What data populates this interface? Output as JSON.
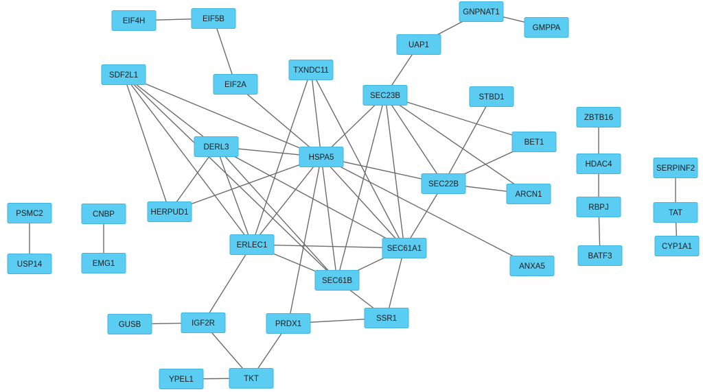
{
  "diagram": {
    "node_color": "#5ccdf2",
    "edge_color": "#6b6b6b",
    "nodes": [
      {
        "id": "EIF4H",
        "label": "EIF4H"
      },
      {
        "id": "EIF5B",
        "label": "EIF5B"
      },
      {
        "id": "EIF2A",
        "label": "EIF2A"
      },
      {
        "id": "SDF2L1",
        "label": "SDF2L1"
      },
      {
        "id": "TXNDC11",
        "label": "TXNDC11"
      },
      {
        "id": "GNPNAT1",
        "label": "GNPNAT1"
      },
      {
        "id": "GMPPA",
        "label": "GMPPA"
      },
      {
        "id": "UAP1",
        "label": "UAP1"
      },
      {
        "id": "SEC23B",
        "label": "SEC23B"
      },
      {
        "id": "STBD1",
        "label": "STBD1"
      },
      {
        "id": "ZBTB16",
        "label": "ZBTB16"
      },
      {
        "id": "DERL3",
        "label": "DERL3"
      },
      {
        "id": "HSPA5",
        "label": "HSPA5"
      },
      {
        "id": "BET1",
        "label": "BET1"
      },
      {
        "id": "HDAC4",
        "label": "HDAC4"
      },
      {
        "id": "SERPINF2",
        "label": "SERPINF2"
      },
      {
        "id": "SEC22B",
        "label": "SEC22B"
      },
      {
        "id": "ARCN1",
        "label": "ARCN1"
      },
      {
        "id": "PSMC2",
        "label": "PSMC2"
      },
      {
        "id": "CNBP",
        "label": "CNBP"
      },
      {
        "id": "HERPUD1",
        "label": "HERPUD1"
      },
      {
        "id": "RBPJ",
        "label": "RBPJ"
      },
      {
        "id": "TAT",
        "label": "TAT"
      },
      {
        "id": "ERLEC1",
        "label": "ERLEC1"
      },
      {
        "id": "SEC61A1",
        "label": "SEC61A1"
      },
      {
        "id": "CYP1A1",
        "label": "CYP1A1"
      },
      {
        "id": "USP14",
        "label": "USP14"
      },
      {
        "id": "EMG1",
        "label": "EMG1"
      },
      {
        "id": "BATF3",
        "label": "BATF3"
      },
      {
        "id": "ANXA5",
        "label": "ANXA5"
      },
      {
        "id": "SEC61B",
        "label": "SEC61B"
      },
      {
        "id": "SSR1",
        "label": "SSR1"
      },
      {
        "id": "GUSB",
        "label": "GUSB"
      },
      {
        "id": "IGF2R",
        "label": "IGF2R"
      },
      {
        "id": "PRDX1",
        "label": "PRDX1"
      },
      {
        "id": "YPEL1",
        "label": "YPEL1"
      },
      {
        "id": "TKT",
        "label": "TKT"
      }
    ],
    "edges": [
      [
        "EIF4H",
        "EIF5B"
      ],
      [
        "EIF5B",
        "EIF2A"
      ],
      [
        "EIF2A",
        "HSPA5"
      ],
      [
        "GNPNAT1",
        "GMPPA"
      ],
      [
        "GNPNAT1",
        "UAP1"
      ],
      [
        "UAP1",
        "SEC23B"
      ],
      [
        "SDF2L1",
        "DERL3"
      ],
      [
        "SDF2L1",
        "HSPA5"
      ],
      [
        "SDF2L1",
        "HERPUD1"
      ],
      [
        "SDF2L1",
        "ERLEC1"
      ],
      [
        "SDF2L1",
        "SEC61B"
      ],
      [
        "TXNDC11",
        "HSPA5"
      ],
      [
        "TXNDC11",
        "ERLEC1"
      ],
      [
        "TXNDC11",
        "SEC61A1"
      ],
      [
        "SEC23B",
        "HSPA5"
      ],
      [
        "SEC23B",
        "BET1"
      ],
      [
        "SEC23B",
        "SEC22B"
      ],
      [
        "SEC23B",
        "ARCN1"
      ],
      [
        "SEC23B",
        "SEC61A1"
      ],
      [
        "SEC23B",
        "SEC61B"
      ],
      [
        "STBD1",
        "SEC22B"
      ],
      [
        "DERL3",
        "HSPA5"
      ],
      [
        "DERL3",
        "HERPUD1"
      ],
      [
        "DERL3",
        "ERLEC1"
      ],
      [
        "DERL3",
        "SEC61A1"
      ],
      [
        "DERL3",
        "SEC61B"
      ],
      [
        "HSPA5",
        "SEC22B"
      ],
      [
        "HSPA5",
        "HERPUD1"
      ],
      [
        "HSPA5",
        "ERLEC1"
      ],
      [
        "HSPA5",
        "SEC61A1"
      ],
      [
        "HSPA5",
        "SEC61B"
      ],
      [
        "HSPA5",
        "ANXA5"
      ],
      [
        "HSPA5",
        "PRDX1"
      ],
      [
        "BET1",
        "SEC22B"
      ],
      [
        "SEC22B",
        "ARCN1"
      ],
      [
        "SEC22B",
        "SEC61A1"
      ],
      [
        "ZBTB16",
        "HDAC4"
      ],
      [
        "HDAC4",
        "RBPJ"
      ],
      [
        "RBPJ",
        "BATF3"
      ],
      [
        "SERPINF2",
        "TAT"
      ],
      [
        "TAT",
        "CYP1A1"
      ],
      [
        "PSMC2",
        "USP14"
      ],
      [
        "CNBP",
        "EMG1"
      ],
      [
        "ERLEC1",
        "SEC61A1"
      ],
      [
        "ERLEC1",
        "SEC61B"
      ],
      [
        "ERLEC1",
        "IGF2R"
      ],
      [
        "SEC61A1",
        "SEC61B"
      ],
      [
        "SEC61A1",
        "SSR1"
      ],
      [
        "SEC61B",
        "SSR1"
      ],
      [
        "SSR1",
        "PRDX1"
      ],
      [
        "GUSB",
        "IGF2R"
      ],
      [
        "IGF2R",
        "TKT"
      ],
      [
        "PRDX1",
        "TKT"
      ],
      [
        "YPEL1",
        "TKT"
      ]
    ]
  }
}
